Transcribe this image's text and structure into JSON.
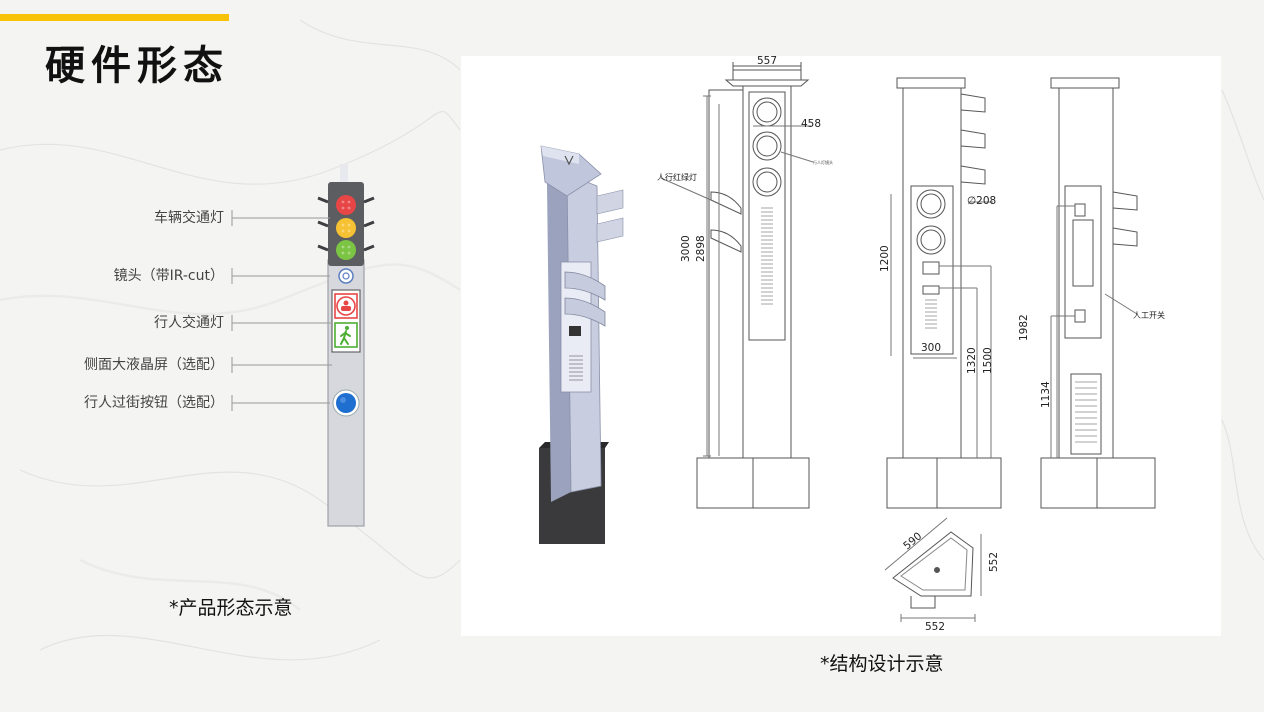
{
  "slide": {
    "title": "硬件形态",
    "accent_color": "#f7c208"
  },
  "product_view": {
    "callouts": [
      {
        "label": "车辆交通灯"
      },
      {
        "label": "镜头（带IR-cut）"
      },
      {
        "label": "行人交通灯"
      },
      {
        "label": "侧面大液晶屏（选配）"
      },
      {
        "label": "行人过街按钮（选配）"
      }
    ],
    "caption": "*产品形态示意",
    "colors": {
      "red": "#e84646",
      "yellow": "#f6c233",
      "green": "#7cc443",
      "button_blue": "#1f6fd1"
    }
  },
  "structure_view": {
    "caption": "*结构设计示意",
    "dimensions": {
      "front_top_width": "557",
      "light_width": "458",
      "height_total": "3000",
      "height_body": "2898",
      "side_light_diameter": "∅208",
      "side_height_1200": "1200",
      "side_width_300": "300",
      "side_height_1320": "1320",
      "side_height_1500": "1500",
      "back_height_1982": "1982",
      "back_height_1134": "1134",
      "plan_diag": "590",
      "plan_side": "552",
      "plan_bottom": "552"
    },
    "notes": {
      "pedestrian_light": "人行红绿灯",
      "manual_switch": "人工开关",
      "small_note": "行人灯镜头"
    }
  }
}
